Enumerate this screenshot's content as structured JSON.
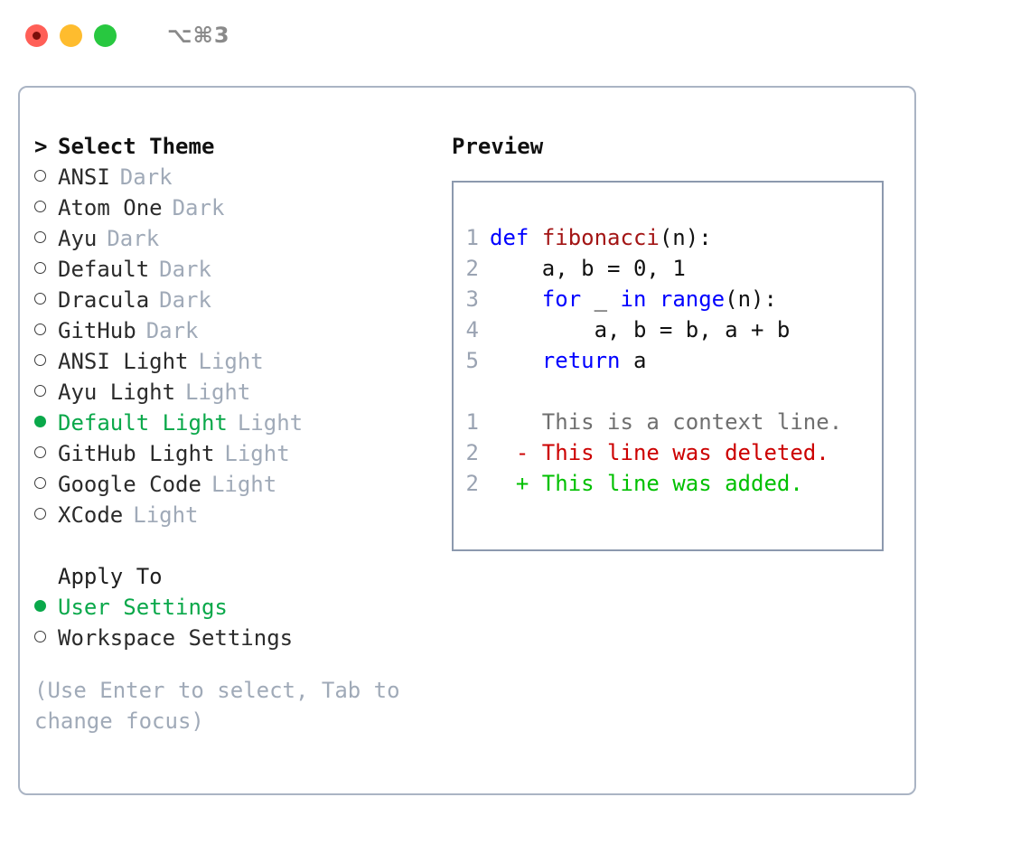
{
  "window": {
    "traffic_lights": [
      {
        "name": "close",
        "color": "#ff5f57"
      },
      {
        "name": "minimize",
        "color": "#febc2e"
      },
      {
        "name": "maximize",
        "color": "#28c840"
      }
    ],
    "shortcut_label": "⌥⌘3"
  },
  "theme_picker": {
    "heading_marker": ">",
    "heading": "Select Theme",
    "selected_marker": "●",
    "unselected_marker": "○",
    "accent_color": "#0aa84a",
    "muted_color": "#a0aab8",
    "items": [
      {
        "label": "ANSI",
        "tag": "Dark",
        "selected": false
      },
      {
        "label": "Atom One",
        "tag": "Dark",
        "selected": false
      },
      {
        "label": "Ayu",
        "tag": "Dark",
        "selected": false
      },
      {
        "label": "Default",
        "tag": "Dark",
        "selected": false
      },
      {
        "label": "Dracula",
        "tag": "Dark",
        "selected": false
      },
      {
        "label": "GitHub",
        "tag": "Dark",
        "selected": false
      },
      {
        "label": "ANSI Light",
        "tag": "Light",
        "selected": false
      },
      {
        "label": "Ayu Light",
        "tag": "Light",
        "selected": false
      },
      {
        "label": "Default Light",
        "tag": "Light",
        "selected": true
      },
      {
        "label": "GitHub Light",
        "tag": "Light",
        "selected": false
      },
      {
        "label": "Google Code",
        "tag": "Light",
        "selected": false
      },
      {
        "label": "XCode",
        "tag": "Light",
        "selected": false
      }
    ]
  },
  "apply_to": {
    "heading": "Apply To",
    "options": [
      {
        "label": "User Settings",
        "selected": true
      },
      {
        "label": "Workspace Settings",
        "selected": false
      }
    ]
  },
  "hint": "(Use Enter to select, Tab to change focus)",
  "preview": {
    "title": "Preview",
    "code_lines": [
      {
        "no": "1",
        "tokens": [
          {
            "t": "def",
            "c": "kw"
          },
          {
            "t": " ",
            "c": "pl"
          },
          {
            "t": "fibonacci",
            "c": "fn"
          },
          {
            "t": "(n):",
            "c": "pl"
          }
        ]
      },
      {
        "no": "2",
        "tokens": [
          {
            "t": "    a, b = ",
            "c": "pl"
          },
          {
            "t": "0",
            "c": "num"
          },
          {
            "t": ", ",
            "c": "pl"
          },
          {
            "t": "1",
            "c": "num"
          }
        ]
      },
      {
        "no": "3",
        "tokens": [
          {
            "t": "    ",
            "c": "pl"
          },
          {
            "t": "for",
            "c": "kw"
          },
          {
            "t": " _ ",
            "c": "pl"
          },
          {
            "t": "in",
            "c": "kw"
          },
          {
            "t": " ",
            "c": "pl"
          },
          {
            "t": "range",
            "c": "kw"
          },
          {
            "t": "(n):",
            "c": "pl"
          }
        ]
      },
      {
        "no": "4",
        "tokens": [
          {
            "t": "        a, b = b, a + b",
            "c": "pl"
          }
        ]
      },
      {
        "no": "5",
        "tokens": [
          {
            "t": "    ",
            "c": "pl"
          },
          {
            "t": "return",
            "c": "kw"
          },
          {
            "t": " a",
            "c": "pl"
          }
        ]
      }
    ],
    "diff_lines": [
      {
        "no": "1",
        "sign": " ",
        "text": " This is a context line.",
        "kind": "diff-ctx"
      },
      {
        "no": "2",
        "sign": "-",
        "text": " This line was deleted.",
        "kind": "diff-del"
      },
      {
        "no": "2",
        "sign": "+",
        "text": " This line was added.",
        "kind": "diff-add"
      }
    ]
  }
}
